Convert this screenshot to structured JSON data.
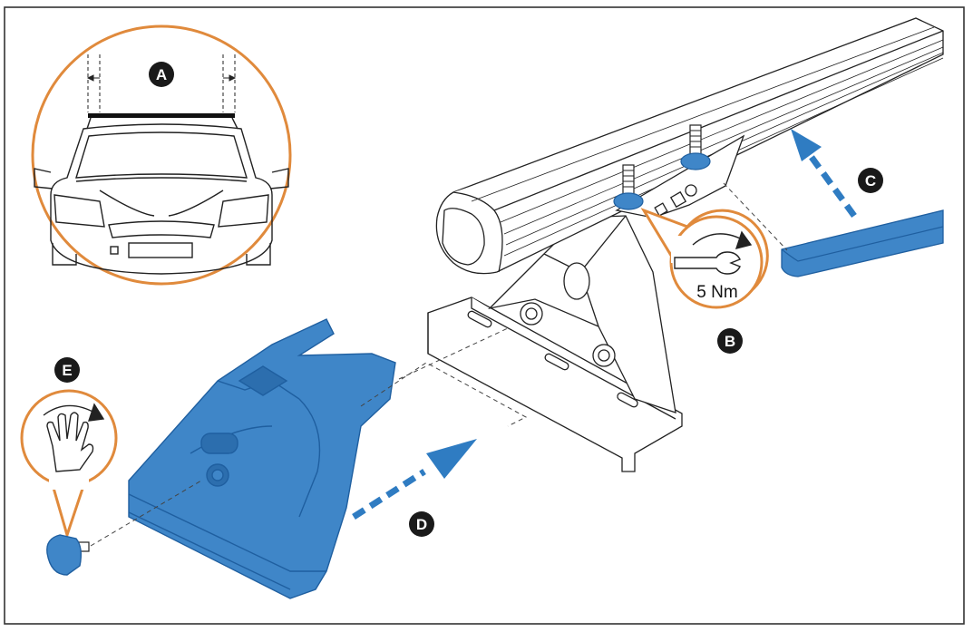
{
  "labels": {
    "step_a": "A",
    "step_b": "B",
    "step_c": "C",
    "step_d": "D",
    "step_e": "E"
  },
  "torque": {
    "value": "5 Nm"
  },
  "icons": {
    "wrench": "wrench-icon",
    "rotate_arrow": "clockwise-arrow-icon",
    "hand": "hand-icon",
    "car": "car-front-icon"
  },
  "colors": {
    "part_blue": "#3f86c8",
    "part_blue_dark": "#1f5fa0",
    "callout_orange": "#e08a3c",
    "arrow_blue": "#2f7cc2",
    "badge_black": "#1a1a1a",
    "outline": "#222222"
  }
}
